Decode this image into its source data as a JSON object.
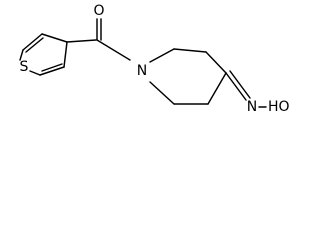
{
  "molecule": {
    "atoms": {
      "carbonyl_oxygen": "O",
      "thiophene_sulfur": "S",
      "piperidine_nitrogen": "N",
      "oxime_nitrogen": "N",
      "hydroxyl": "HO"
    }
  }
}
